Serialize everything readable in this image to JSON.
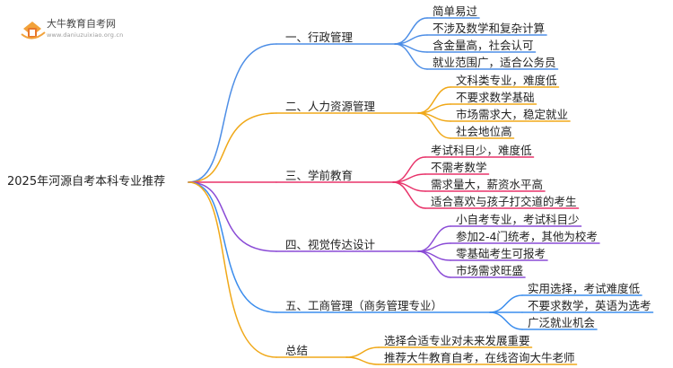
{
  "logo": {
    "name": "大牛教育自考网",
    "url": "www.daniuzuixiao.org.cn"
  },
  "root": "2025年河源自考本科专业推荐",
  "colors": {
    "blue": "#4d8ee6",
    "orange": "#f0a818",
    "pink": "#e8336a",
    "purple": "#8a4bd6",
    "blue2": "#3b8ded",
    "orange2": "#f0a818"
  },
  "branches": [
    {
      "label": "一、行政管理",
      "items": [
        "简单易过",
        "不涉及数学和复杂计算",
        "含金量高，社会认可",
        "就业范围广，适合公务员"
      ]
    },
    {
      "label": "二、人力资源管理",
      "items": [
        "文科类专业，难度低",
        "不要求数学基础",
        "市场需求大，稳定就业",
        "社会地位高"
      ]
    },
    {
      "label": "三、学前教育",
      "items": [
        "考试科目少，难度低",
        "不需考数学",
        "需求量大，薪资水平高",
        "适合喜欢与孩子打交道的考生"
      ]
    },
    {
      "label": "四、视觉传达设计",
      "items": [
        "小自考专业，考试科目少",
        "参加2-4门统考，其他为校考",
        "零基础考生可报考",
        "市场需求旺盛"
      ]
    },
    {
      "label": "五、工商管理（商务管理专业）",
      "items": [
        "实用选择，考试难度低",
        "不要求数学，英语为选考",
        "广泛就业机会"
      ]
    },
    {
      "label": "总结",
      "items": [
        "选择合适专业对未来发展重要",
        "推荐大牛教育自考，在线咨询大牛老师"
      ]
    }
  ]
}
